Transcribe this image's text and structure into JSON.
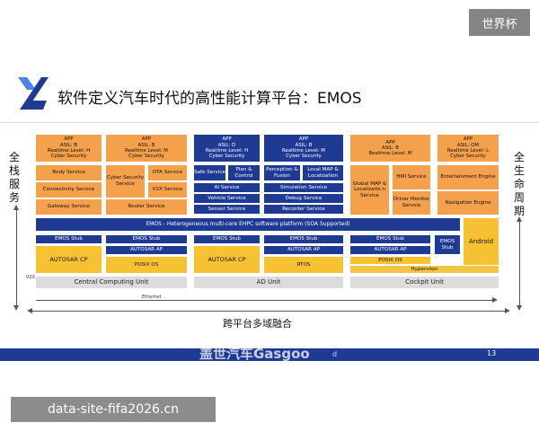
{
  "badge": "世界杯",
  "title": "软件定义汽车时代的高性能计算平台：EMOS",
  "left_vertical": "全栈服务",
  "right_vertical": "全生命周期",
  "bottom_label": "跨平台多域融合",
  "page_number": "13",
  "watermark": "盖世汽车Gasgoo",
  "footer_faint": "d",
  "site": "data-site-fifa2026.cn",
  "v2x": "V2X",
  "ethernet": "Ethernet",
  "headers": [
    "APP\nASIL: B\nRealtime Level: H\nCyber Security",
    "APP\nASIL: B\nRealtime Level: M\nCyber Security",
    "APP\nASIL: D\nRealtime Level: H\nCyber Security",
    "APP\nASIL: B\nRealtime Level: M\nCyber Security",
    "APP\nASIL: B\nRealtime Level: M",
    "APP\nASIL: QM\nRealtime Level: L\nCyber Security"
  ],
  "services": {
    "body": "Body Service",
    "connectivity": "Connectivity Service",
    "gateway": "Gateway Service",
    "cyber": "Cyber Security Service",
    "ota": "OTA Service",
    "v2x": "V2X Service",
    "router": "Router Service",
    "safe": "Safe Service",
    "plan": "Plan & Control",
    "perception": "Perception & Fusion",
    "localmap": "Local MAP & Localization",
    "ai": "AI Service",
    "simulation": "Simulation Service",
    "vehicle": "Vehicle Service",
    "debug": "Debug Service",
    "sensor": "Sensor Service",
    "recorder": "Recorder Service",
    "global": "Global MAP & Localizatio n Service",
    "hmi": "HMI Service",
    "driver": "Driver Monitor Service",
    "entertainment": "Entertainment Engine",
    "navigation": "Navigation Engine"
  },
  "emos_bar": "EMOS - Heterogeneous multi-core EHPC software platform (SOA Supported)",
  "android": "Android",
  "stub": "EMOS Stub",
  "emos_stub_right": "EMOS Stub",
  "autosar_ap": "AUTOSAR AP",
  "autosar_cp": "AUTOSAR CP",
  "posix": "POSIX OS",
  "rtos": "RTOS",
  "hypervisor": "Hypervisor",
  "units": {
    "central": "Central Computing Unit",
    "ad": "AD Unit",
    "cockpit": "Cockpit Unit"
  }
}
